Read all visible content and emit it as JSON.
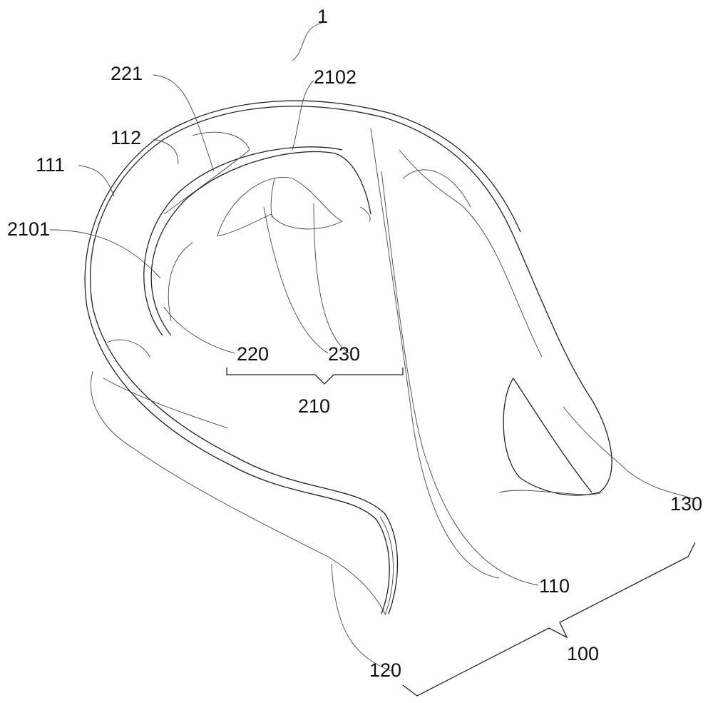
{
  "title": "Neck massager patent drawing",
  "labels": {
    "l1": "1",
    "l221": "221",
    "l2102": "2102",
    "l112": "112",
    "l111": "111",
    "l2101": "2101",
    "l220": "220",
    "l230": "230",
    "l210": "210",
    "l130": "130",
    "l110": "110",
    "l100": "100",
    "l120": "120"
  }
}
